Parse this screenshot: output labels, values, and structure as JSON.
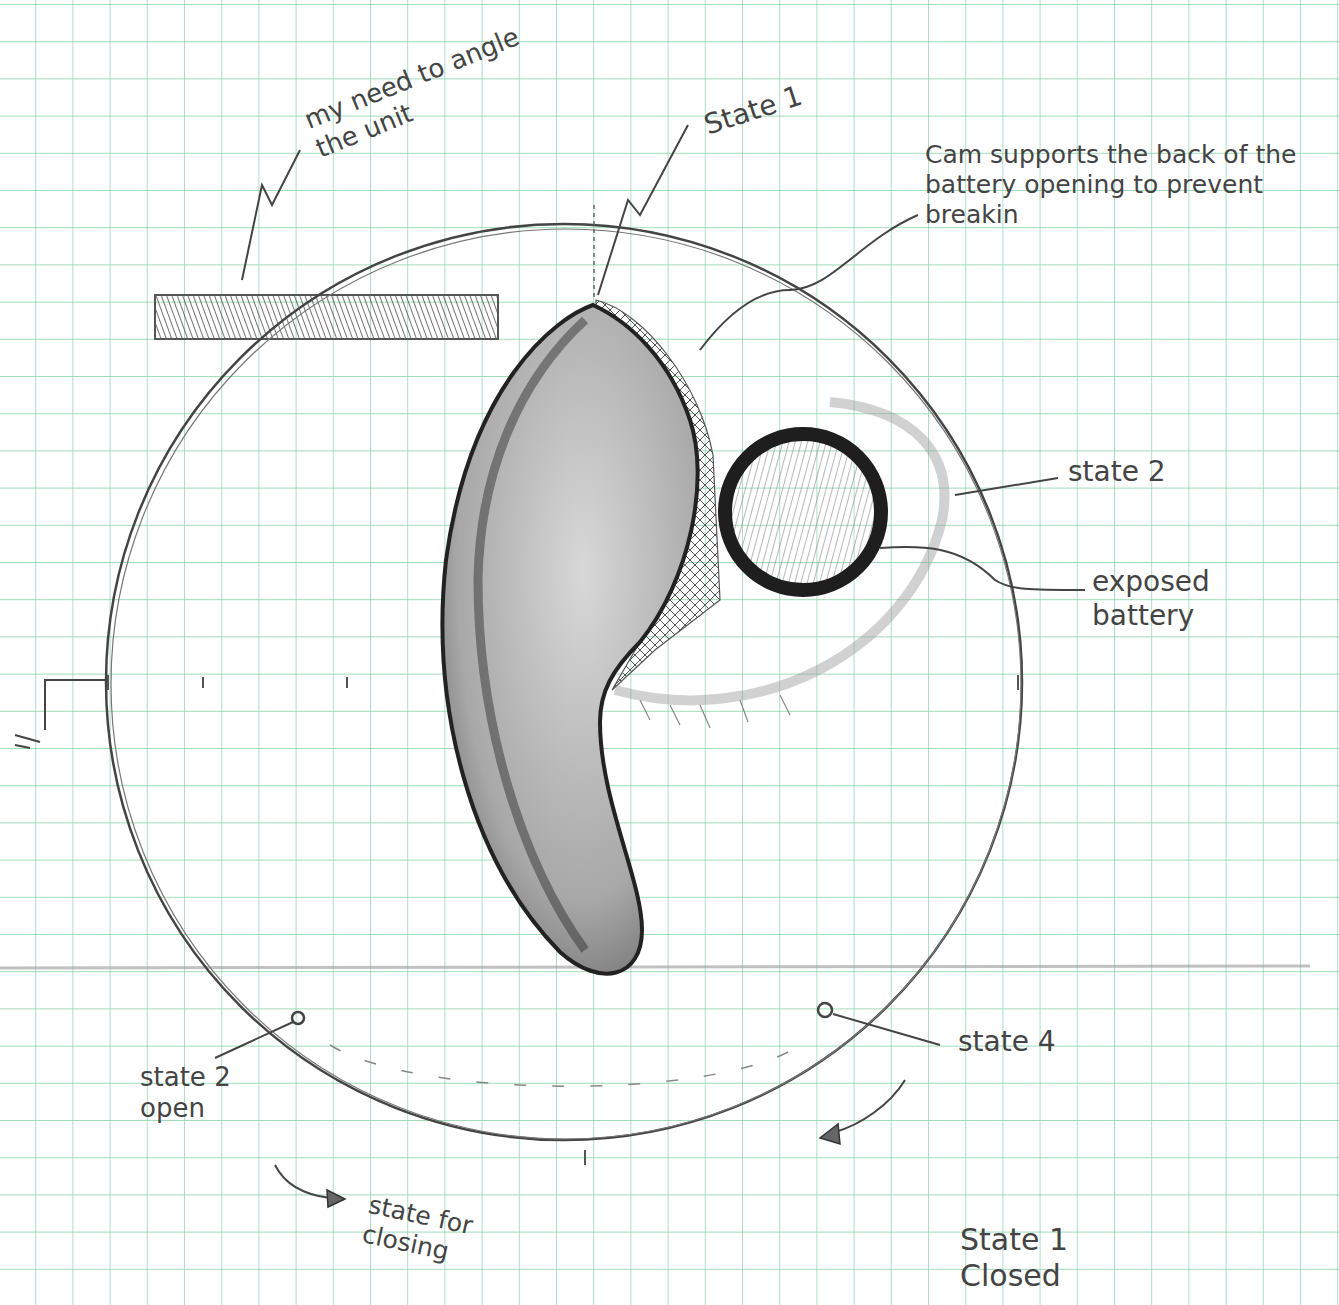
{
  "diagram": {
    "labels": [
      "my need to angle the unit",
      "State 1",
      "Cam supports the back of the battery opening to prevent breakin",
      "state 2",
      "exposed battery",
      "state 2 open",
      "state for closing",
      "state 4",
      "State 1 Closed"
    ]
  }
}
